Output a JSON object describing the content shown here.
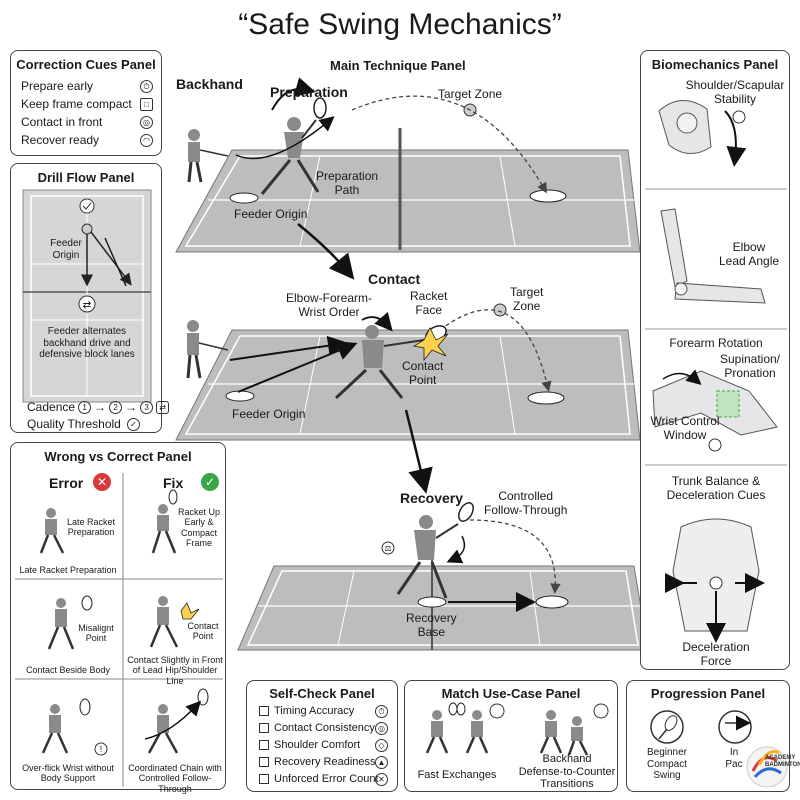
{
  "title": "“Safe Swing Mechanics”",
  "correction": {
    "title": "Correction Cues Panel",
    "items": [
      "Prepare early",
      "Keep frame compact",
      "Contact in front",
      "Recover ready"
    ]
  },
  "drill": {
    "title": "Drill Flow Panel",
    "feeder_origin": "Feeder\nOrigin",
    "note": "Feeder alternates backhand drive and defensive block lanes",
    "cadence_label": "Cadence",
    "cadence_steps": [
      "1",
      "2",
      "3"
    ],
    "quality": "Quality Threshold"
  },
  "main": {
    "title": "Main Technique Panel",
    "backhand": "Backhand",
    "preparation": "Preparation",
    "target_zone_1": "Target Zone",
    "prep_path": "Preparation\nPath",
    "feeder_origin_1": "Feeder Origin",
    "contact": "Contact",
    "elbow_order": "Elbow-Forearm-\nWrist Order",
    "racket_face": "Racket\nFace",
    "target_zone_2": "Target\nZone",
    "contact_point": "Contact\nPoint",
    "feeder_origin_2": "Feeder Origin",
    "recovery": "Recovery",
    "follow_through": "Controlled\nFollow-Through",
    "recovery_base": "Recovery\nBase"
  },
  "wrong_correct": {
    "title": "Wrong vs Correct Panel",
    "error": "Error",
    "fix": "Fix",
    "rows": [
      {
        "err_note": "Late Racket\nPreparation",
        "err_caption": "Late Racket Preparation",
        "fix_note": "Racket Up\nEarly &\nCompact\nFrame",
        "fix_caption": ""
      },
      {
        "err_note": "Misalignt\nPoint",
        "err_caption": "Contact Beside Body",
        "fix_note": "Contact\nPoint",
        "fix_caption": "Contact Slightly in Front\nof Lead Hip/Shoulder Line"
      },
      {
        "err_note": "",
        "err_caption": "Over-flick Wrist without\nBody Support",
        "fix_note": "",
        "fix_caption": "Coordinated Chain with\nControlled Follow-Through"
      }
    ]
  },
  "biomech": {
    "title": "Biomechanics Panel",
    "shoulder": "Shoulder/Scapular\nStability",
    "elbow": "Elbow\nLead Angle",
    "forearm_title": "Forearm Rotation",
    "supination": "Supination/\nPronation",
    "wrist_window": "Wrist Control\nWindow",
    "trunk": "Trunk Balance &\nDeceleration Cues",
    "decel": "Deceleration\nForce"
  },
  "selfcheck": {
    "title": "Self-Check Panel",
    "items": [
      "Timing Accuracy",
      "Contact Consistency",
      "Shoulder Comfort",
      "Recovery Readiness",
      "Unforced Error Count"
    ]
  },
  "match": {
    "title": "Match Use-Case Panel",
    "fast": "Fast Exchanges",
    "backhand": "Backhand\nDefense-to-Counter\nTransitions"
  },
  "progression": {
    "title": "Progression Panel",
    "beginner": "Beginner\nCompact\nSwing",
    "inter": "In\nPac",
    "logo_text": "ACADEMY BADMINTON"
  },
  "colors": {
    "court": "#bdbdbd",
    "court_lines": "#ffffff",
    "green": "#3aa64a",
    "red": "#d83a3a",
    "accent": "#ffd24d"
  }
}
